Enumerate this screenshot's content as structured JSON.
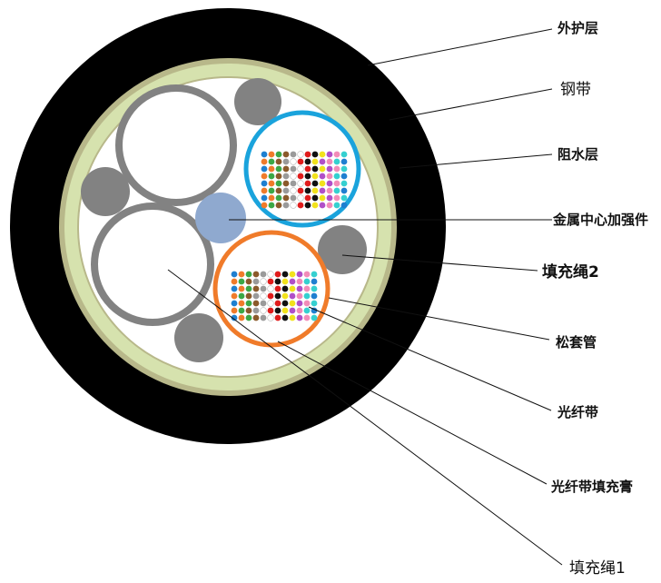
{
  "labels": {
    "outer_sheath": "外护层",
    "steel_tape": "钢带",
    "water_blocking": "阻水层",
    "central_strength_member": "金属中心加强件",
    "filler_rope_2": "填充绳2",
    "loose_tube": "松套管",
    "fiber_ribbon": "光纤带",
    "ribbon_filling_compound": "光纤带填充膏",
    "filler_rope_1": "填充绳1"
  },
  "colors": {
    "sheath": "#000000",
    "steel_tape": "#b8b88a",
    "water_blocking": "#d6e2ae",
    "core": "#ffffff",
    "filler": "#808080",
    "central_member": "#8fa9cf",
    "tube_blue": "#1aa3dc",
    "tube_orange": "#f07b2a",
    "empty_tube_ring": "#828282",
    "fiber_palette": [
      "#1f7fd0",
      "#f07b2a",
      "#3aa845",
      "#8b5a2b",
      "#9a9a9a",
      "#ffffff",
      "#e01b1b",
      "#111111",
      "#f2e21b",
      "#b04fc8",
      "#f28cb8",
      "#35d0d0"
    ]
  }
}
